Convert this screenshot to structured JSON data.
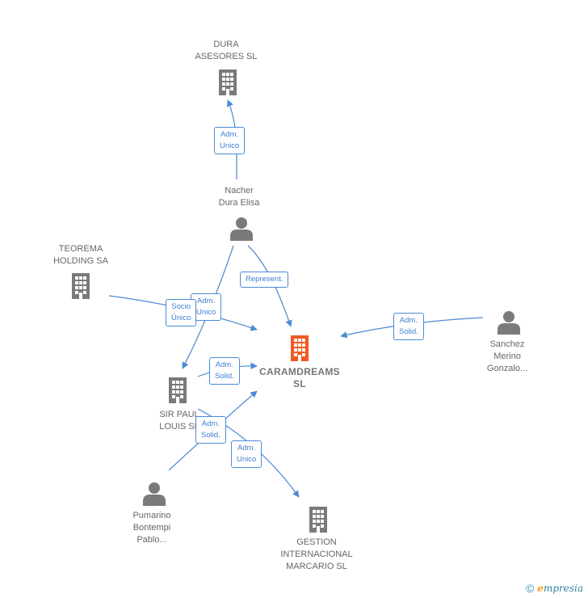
{
  "nodes": {
    "dura": "DURA\nASESORES  SL",
    "nacher": "Nacher\nDura Elisa",
    "teorema": "TEOREMA\nHOLDING SA",
    "caramdreams": "CARAMDREAMS\nSL",
    "sanchez": "Sanchez\nMerino\nGonzalo...",
    "sirpaul": "SIR PAUL\nLOUIS SL",
    "pumarino": "Pumarino\nBontempi\nPablo...",
    "gestion": "GESTION\nINTERNACIONAL\nMARCARIO  SL"
  },
  "edges": {
    "adm_unico_dura": "Adm.\nUnico",
    "represent": "Represent.",
    "adm_unico_sir": "Adm.\nUnico",
    "socio_unico": "Socio\nÚnico",
    "adm_solid_sanchez": "Adm.\nSolid.",
    "adm_solid_sir": "Adm.\nSolid.",
    "adm_solid_pumarino": "Adm.\nSolid.",
    "adm_unico_gestion": "Adm.\nUnico"
  },
  "colors": {
    "edge": "#4a8bd6",
    "node_gray": "#7a7a7a",
    "center_orange": "#f05a24"
  },
  "footer": {
    "copyright": "©",
    "brand_e": "e",
    "brand_rest": "mpresia"
  }
}
